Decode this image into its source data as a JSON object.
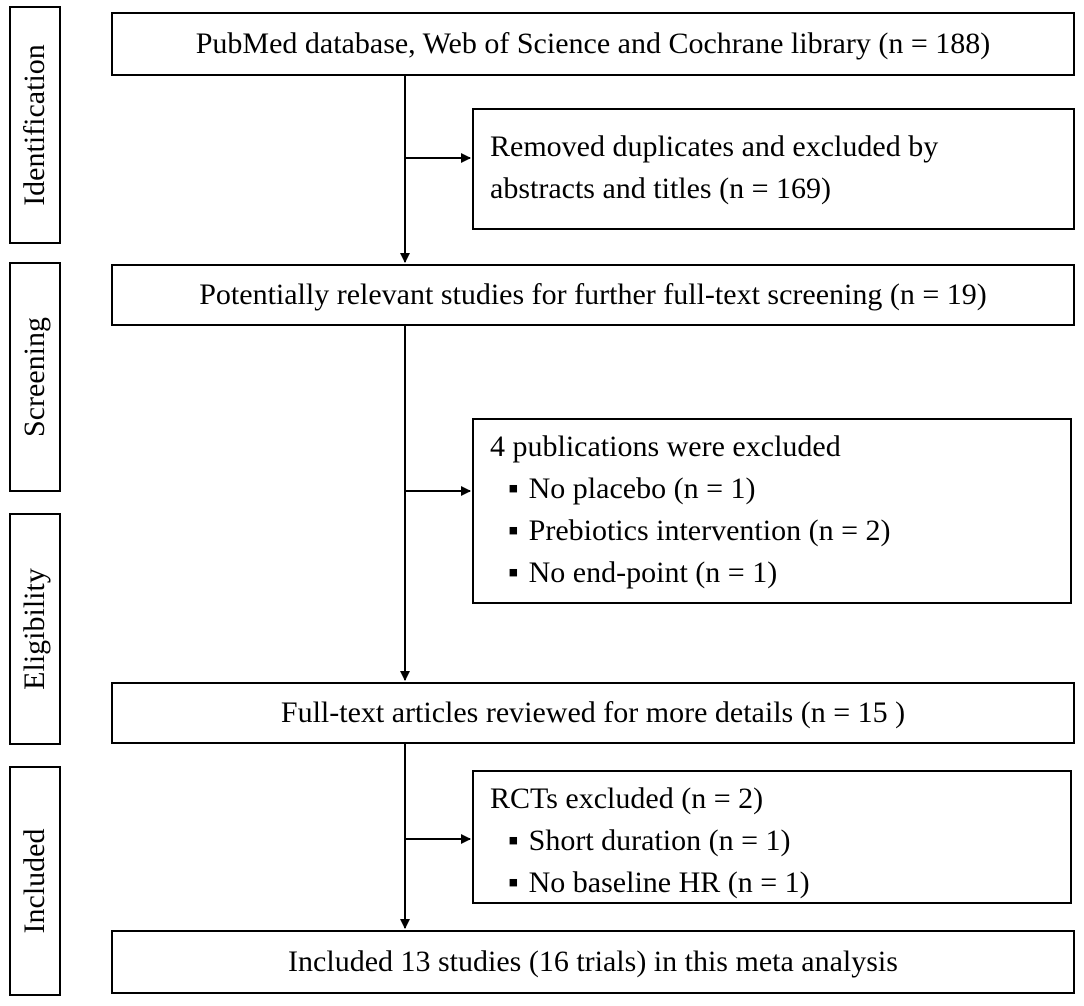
{
  "stages": {
    "identification": "Identification",
    "screening": "Screening",
    "eligibility": "Eligibility",
    "included": "Included"
  },
  "boxes": {
    "records": "PubMed database, Web of Science and Cochrane library  (n = 188)",
    "removed_line1": "Removed  duplicates  and excluded  by",
    "removed_line2": "abstracts and titles  (n = 169)",
    "relevant": "Potentially relevant  studies for further full-text screening (n = 19)",
    "fulltext": "Full-text  articles  reviewed for more details  (n = 15 )",
    "included": "Included  13  studies  (16 trials)  in  this  meta  analysis"
  },
  "exclusions1": {
    "title": "4 publications  were excluded",
    "items": [
      "No placebo  (n = 1)",
      "Prebiotics  intervention  (n = 2)",
      "No end-point  (n = 1)"
    ]
  },
  "exclusions2": {
    "title": "RCTs excluded  (n = 2)",
    "items": [
      "Short duration  (n = 1)",
      "No baseline  HR  (n = 1)"
    ]
  }
}
